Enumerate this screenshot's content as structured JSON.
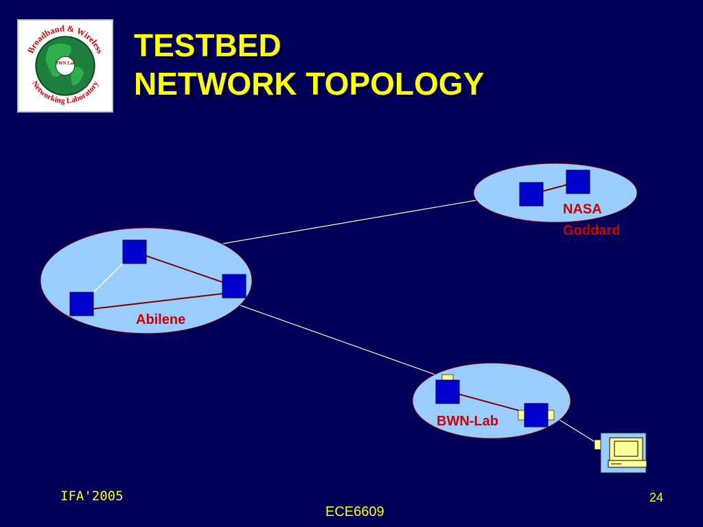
{
  "slide": {
    "title_line1": "TESTBED",
    "title_line2": "NETWORK TOPOLOGY",
    "footer_left": "IFA'2005",
    "footer_center": "ECE6609",
    "page_number": "24"
  },
  "logo": {
    "text_top": "Broadband & Wireless",
    "text_bottom": "Networking Laboratory",
    "center_text": "BWN Lab",
    "icon": "globe-icon"
  },
  "diagram": {
    "labels": {
      "nasa_line1": "NASA",
      "nasa_line2": "Goddard",
      "abilene": "Abilene",
      "bwn": "BWN-Lab"
    },
    "icons": {
      "router": "router-square-icon",
      "computer": "computer-icon"
    },
    "colors": {
      "background": "#00005a",
      "cloud_fill": "#99ccff",
      "router": "#0000cc",
      "inner_link": "#800000",
      "label": "#cc0000",
      "title": "#ffff00"
    }
  }
}
